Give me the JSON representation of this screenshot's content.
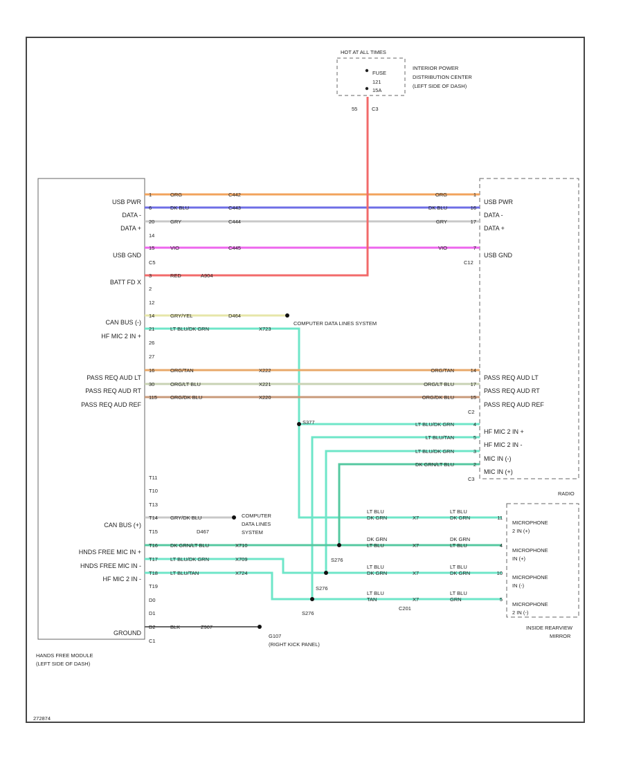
{
  "hot_at": "HOT AT ALL TIMES",
  "fuse": {
    "name": "FUSE",
    "number": "121",
    "rating": "15A"
  },
  "ipdc": {
    "lines": [
      "INTERIOR POWER",
      "DISTRIBUTION CENTER",
      "(LEFT SIDE OF DASH)"
    ],
    "pin": "55",
    "connector": "C3"
  },
  "hfm": {
    "name_lines": [
      "HANDS FREE MODULE",
      "(LEFT SIDE OF DASH)"
    ],
    "labels": {
      "usb_pwr": "USB PWR",
      "data_minus": "DATA -",
      "data_plus": "DATA +",
      "usb_gnd": "USB GND",
      "c5": "C5",
      "batt_fdx": "BATT FD X",
      "can_bus_l": "CAN BUS (-)",
      "hf_mic2_plus": "HF MIC 2 IN +",
      "pass_lt": "PASS REQ AUD LT",
      "pass_rt": "PASS REQ AUD RT",
      "pass_ref": "PASS REQ AUD REF",
      "can_bus_h": "CAN BUS (+)",
      "hfm_mic_plus": "HNDS FREE MIC IN +",
      "hfm_mic_minus": "HNDS FREE MIC IN -",
      "hf_mic2_minus": "HF MIC 2 IN -",
      "ground": "GROUND",
      "c1": "C1"
    },
    "pins": {
      "usb_pwr": "1",
      "data_minus": "6",
      "data_plus": "20",
      "p14": "14",
      "usb_gnd": "15",
      "p2": "2",
      "batt": "3",
      "p12": "12",
      "can_l": "14",
      "mic2_plus": "21",
      "p26": "26",
      "p27": "27",
      "pass_lt": "16",
      "pass_rt": "30",
      "pass_ref": "115",
      "t11": "T11",
      "t10": "T10",
      "t13": "T13",
      "can_h": "T14",
      "t15": "T15",
      "mic_plus": "T16",
      "mic_minus": "T17",
      "mic2_minus": "T18",
      "t19": "T19",
      "d0": "D0",
      "d1": "D1",
      "ground": "D2"
    }
  },
  "radio": {
    "name": "RADIO",
    "labels": {
      "usb_pwr": "USB PWR",
      "data_minus": "DATA -",
      "data_plus": "DATA +",
      "usb_gnd": "USB GND",
      "c12": "C12",
      "pass_lt": "PASS REQ AUD LT",
      "pass_rt": "PASS REQ AUD RT",
      "pass_ref": "PASS REQ AUD REF",
      "c2": "C2",
      "hf_mic2_plus": "HF MIC 2 IN +",
      "hf_mic2_minus": "HF MIC 2 IN -",
      "mic_minus": "MIC IN (-)",
      "mic_plus": "MIC IN (+)",
      "c3": "C3"
    },
    "pins": {
      "usb_pwr": "1",
      "data_minus": "16",
      "data_plus": "17",
      "usb_gnd": "7",
      "pass_lt": "14",
      "pass_rt": "17",
      "pass_ref": "15",
      "mic2_plus": "4",
      "mic2_minus": "5",
      "mic_minus": "3",
      "mic_plus": "2"
    }
  },
  "mirror": {
    "name_lines": [
      "INSIDE REARVIEW",
      "MIRROR"
    ],
    "mics": [
      {
        "lines": [
          "MICROPHONE",
          "2 IN (+)"
        ],
        "pin": "11"
      },
      {
        "lines": [
          "MICROPHONE",
          "IN (+)"
        ],
        "pin": "4"
      },
      {
        "lines": [
          "MICROPHONE",
          "IN (-)"
        ],
        "pin": "10"
      },
      {
        "lines": [
          "MICROPHONE",
          "2 IN (-)"
        ],
        "pin": "5"
      }
    ]
  },
  "wires": {
    "usb_pwr": {
      "left": "ORG",
      "circuit": "C442",
      "right": "ORG"
    },
    "data_minus": {
      "left": "DK BLU",
      "circuit": "C443",
      "right": "DK BLU"
    },
    "data_plus": {
      "left": "GRY",
      "circuit": "C444",
      "right": "GRY"
    },
    "usb_gnd": {
      "left": "VIO",
      "circuit": "C445",
      "right": "VIO"
    },
    "batt": {
      "color": "RED",
      "circuit": "A904"
    },
    "can_l": {
      "color": "GRY/YEL",
      "circuit": "D464"
    },
    "mic2_plus": {
      "color": "LT BLU/DK GRN",
      "circuit": "X723"
    },
    "pass_lt": {
      "left": "ORG/TAN",
      "circuit": "X222",
      "right": "ORG/TAN"
    },
    "pass_rt": {
      "left": "ORG/LT BLU",
      "circuit": "X221",
      "right": "ORG/LT BLU"
    },
    "pass_ref": {
      "left": "ORG/DK BLU",
      "circuit": "X220",
      "right": "ORG/DK BLU"
    },
    "radio_mic2_plus": "LT BLU/DK GRN",
    "radio_mic2_minus": "LT BLU/TAN",
    "radio_mic_minus": "LT BLU/DK GRN",
    "radio_mic_plus": "DK GRN/LT BLU",
    "can_h": {
      "color": "GRY/DK BLU",
      "circuit": "D467"
    },
    "mic_plus": {
      "color": "DK GRN/LT BLU",
      "circuit": "X710"
    },
    "mic_minus": {
      "color": "LT BLU/DK GRN",
      "circuit": "X709"
    },
    "mic2_minus": {
      "color": "LT BLU/TAN",
      "circuit": "X724"
    },
    "ground": {
      "color": "BLK",
      "circuit": "Z907"
    }
  },
  "mirror_wires": [
    {
      "c1": [
        "LT BLU",
        "DK GRN"
      ],
      "circuit": "X7",
      "c2": [
        "LT BLU",
        "DK GRN"
      ]
    },
    {
      "c1": [
        "DK GRN",
        "LT BLU"
      ],
      "circuit": "X7",
      "c2": [
        "DK GRN",
        "LT BLU"
      ]
    },
    {
      "c1": [
        "LT BLU",
        "DK GRN"
      ],
      "circuit": "X7",
      "c2": [
        "LT BLU",
        "DK GRN"
      ]
    },
    {
      "c1": [
        "LT BLU",
        "TAN"
      ],
      "circuit": "X7",
      "c2": [
        "LT BLU",
        "GRN"
      ]
    }
  ],
  "splices": {
    "s377": "S377",
    "s276": "S276"
  },
  "connector_c201": "C201",
  "computer_data_1": "COMPUTER DATA LINES SYSTEM",
  "computer_data_2": [
    "COMPUTER",
    "DATA LINES",
    "SYSTEM"
  ],
  "ground_point": {
    "name": "G107",
    "location": "(RIGHT KICK PANEL)"
  },
  "footer_code": "272874",
  "colors": {
    "org": "#f2a35c",
    "blu": "#6e6ee6",
    "gry": "#c8c8c8",
    "vio": "#ee66ee",
    "red": "#f26a6a",
    "yel": "#e6e6a8",
    "grn": "#6ee6c8",
    "grn2": "#55c8a0",
    "orgtan": "#e8a86a",
    "orgltblu": "#c8d2b4",
    "orgdkblu": "#c89a7a"
  }
}
